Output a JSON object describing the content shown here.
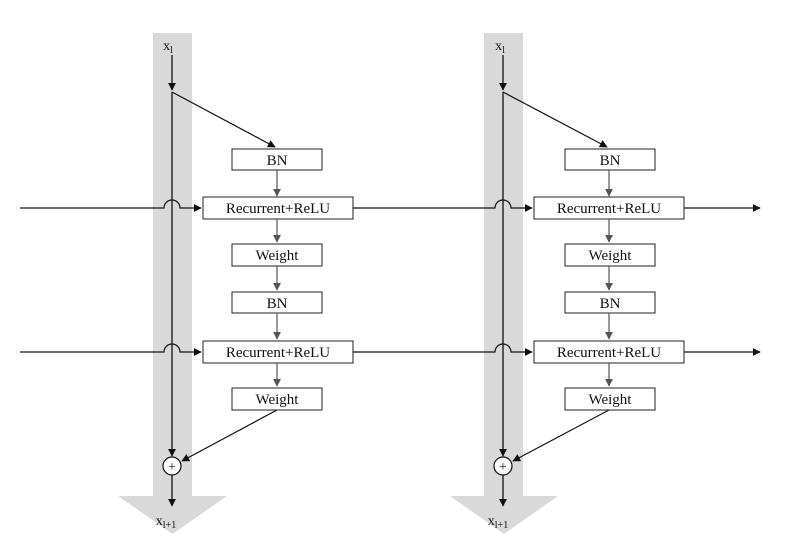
{
  "diagram": {
    "blocks": [
      {
        "input_var": {
          "base": "x",
          "sub": "l"
        },
        "output_var": {
          "base": "x",
          "sub": "l+1"
        },
        "sum_symbol": "+",
        "layers": [
          "BN",
          "Recurrent+ReLU",
          "Weight",
          "BN",
          "Recurrent+ReLU",
          "Weight"
        ]
      },
      {
        "input_var": {
          "base": "x",
          "sub": "l"
        },
        "output_var": {
          "base": "x",
          "sub": "l+1"
        },
        "sum_symbol": "+",
        "layers": [
          "BN",
          "Recurrent+ReLU",
          "Weight",
          "BN",
          "Recurrent+ReLU",
          "Weight"
        ]
      }
    ],
    "colors": {
      "line": "#111111",
      "box_border": "#222222",
      "shortcut_band": "#d9d9d9",
      "inner_arrow": "#555555"
    }
  }
}
